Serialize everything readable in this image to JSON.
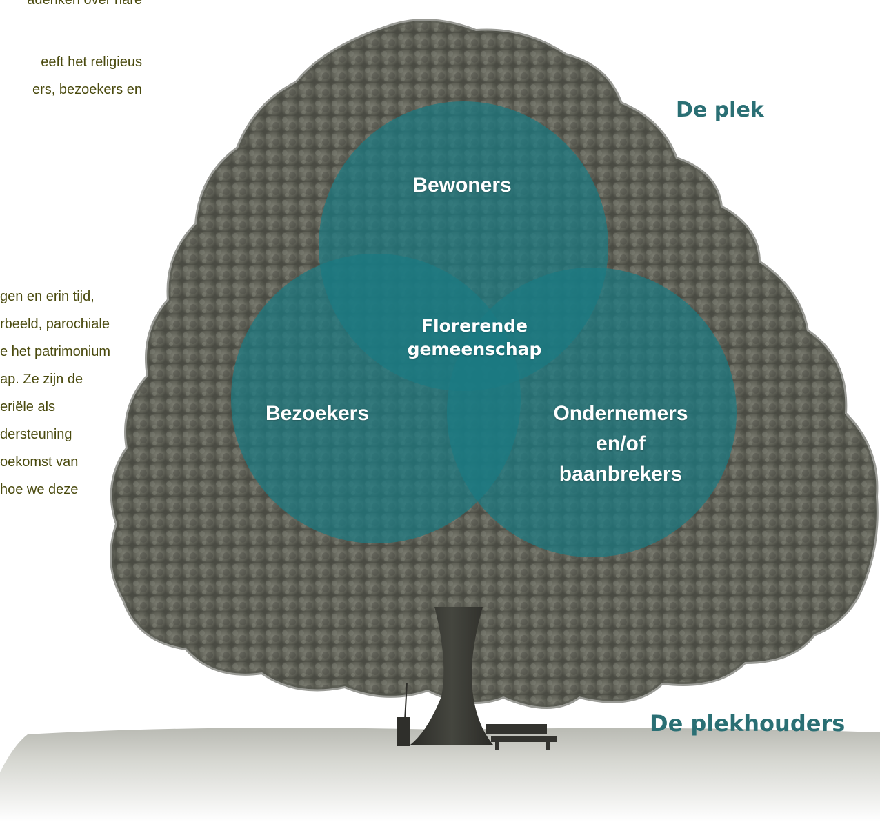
{
  "left_text": {
    "paragraph_0": [
      "adenken over hare"
    ],
    "paragraph_1": [
      "eeft het religieus",
      "ers, bezoekers en"
    ],
    "paragraph_2": [
      "gen en erin tijd,",
      "rbeeld, parochiale",
      "e het patrimonium",
      "ap. Ze zijn de",
      "eriële als",
      "dersteuning",
      "oekomst van",
      "hoe we deze"
    ]
  },
  "diagram": {
    "circles": {
      "top": "Bewoners",
      "left": "Bezoekers",
      "right": [
        "Ondernemers",
        "en/of",
        "baanbrekers"
      ]
    },
    "center": [
      "Florerende",
      "gemeenschap"
    ]
  },
  "tree_labels": {
    "top": "De plek",
    "bottom": "De plekhouders"
  },
  "colors": {
    "circle_fill": "#1a7a82",
    "label_teal": "#2a6f74",
    "body_text": "#4a4a0e",
    "tree_foliage": "#6d6e63",
    "ground": "#c9cac4"
  }
}
